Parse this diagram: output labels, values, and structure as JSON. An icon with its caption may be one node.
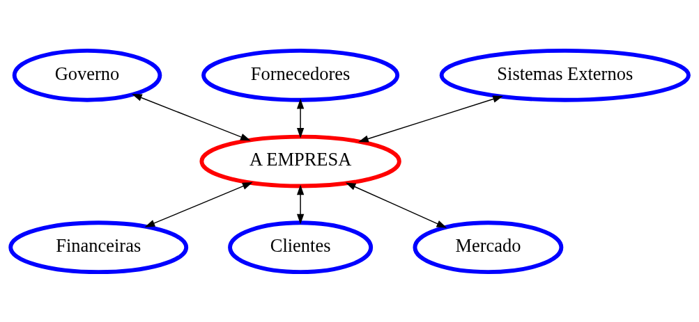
{
  "diagram": {
    "nodes": [
      {
        "text": [
          "Fornecedores"
        ]
      },
      {
        "text": [
          "Governo"
        ]
      },
      {
        "text": [
          "Sistemas Externos"
        ]
      },
      {
        "text": [
          "A EMPRESA"
        ]
      },
      {
        "text": [
          "Financeiras"
        ]
      },
      {
        "text": [
          "Mercado"
        ]
      },
      {
        "text": [
          "Clientes"
        ]
      }
    ],
    "edges": [
      {
        "from": 0,
        "to": 3,
        "arrow": "both"
      },
      {
        "from": 1,
        "to": 3,
        "arrow": "both"
      },
      {
        "from": 2,
        "to": 3,
        "arrow": "both"
      },
      {
        "from": 3,
        "to": 4,
        "arrow": "both"
      },
      {
        "from": 3,
        "to": 5,
        "arrow": "both"
      },
      {
        "from": 3,
        "to": 6,
        "arrow": "both"
      }
    ]
  }
}
